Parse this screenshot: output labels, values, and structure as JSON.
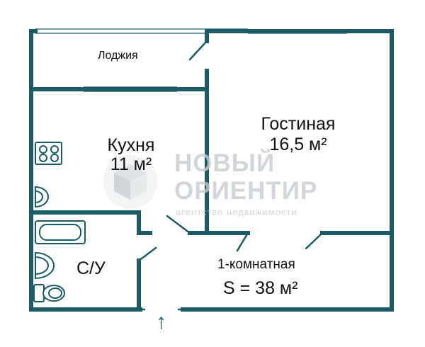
{
  "rooms": {
    "loggia": "Лоджия",
    "kitchen_name": "Кухня",
    "kitchen_area": "11 м²",
    "living_name": "Гостиная",
    "living_area": "16,5 м²",
    "bathroom": "С/У"
  },
  "summary": {
    "type": "1-комнатная",
    "area": "S = 38 м²"
  },
  "watermark": {
    "brand_line1": "НОВЫЙ",
    "brand_line2": "ОРИЕНТИР",
    "tagline": "агентство недвижимости"
  },
  "entrance_icon": "arrow-up-icon",
  "colors": {
    "wall": "#1b5b66",
    "watermark": "#c7cbd0"
  }
}
